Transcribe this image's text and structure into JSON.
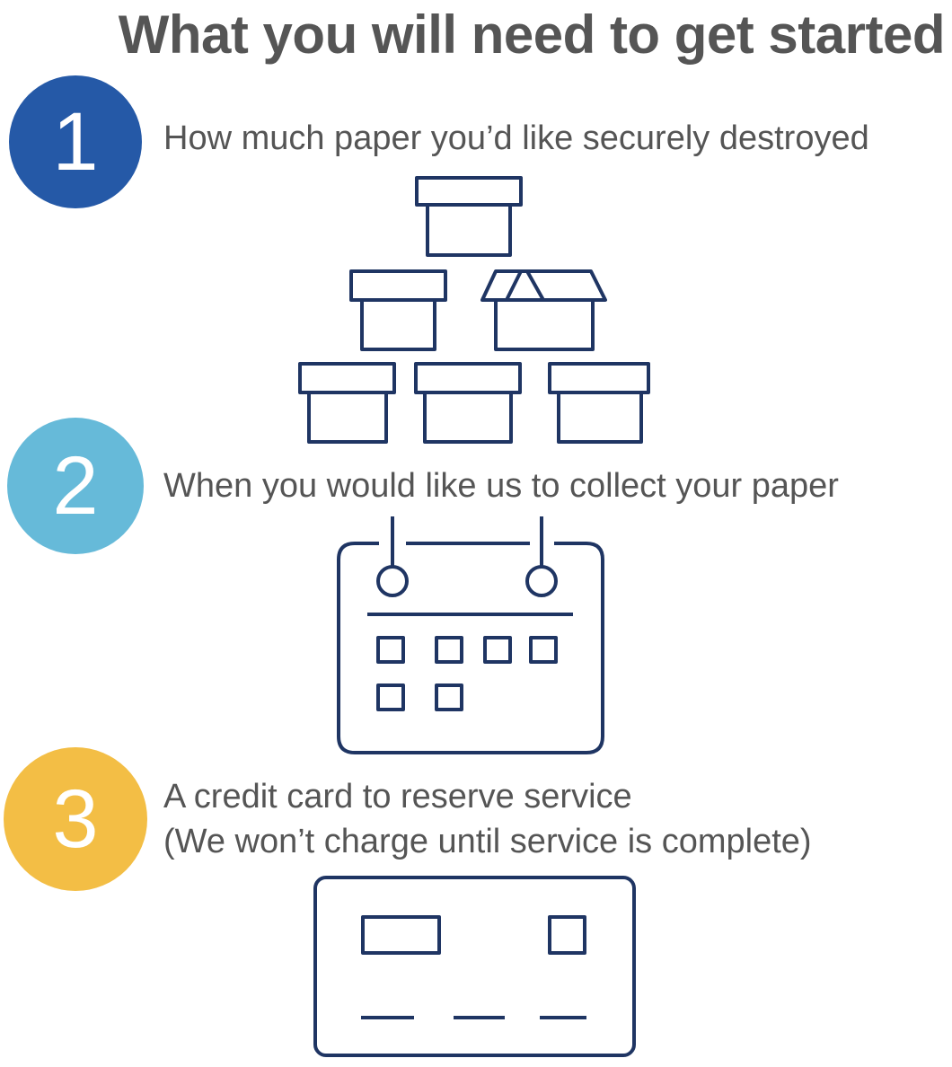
{
  "header": {
    "title": "What you will need to get started"
  },
  "colors": {
    "step1": "#2559a7",
    "step2": "#66bad9",
    "step3": "#f3be45",
    "icon_stroke": "#1f3563",
    "text": "#555555"
  },
  "steps": [
    {
      "number": "1",
      "text": "How much paper you’d like securely destroyed",
      "icon": "stacked-boxes-icon"
    },
    {
      "number": "2",
      "text": "When you would like us to collect your paper",
      "icon": "calendar-icon"
    },
    {
      "number": "3",
      "text": "A credit card to reserve service",
      "subtext": "(We won’t charge until service is complete)",
      "icon": "credit-card-icon"
    }
  ]
}
